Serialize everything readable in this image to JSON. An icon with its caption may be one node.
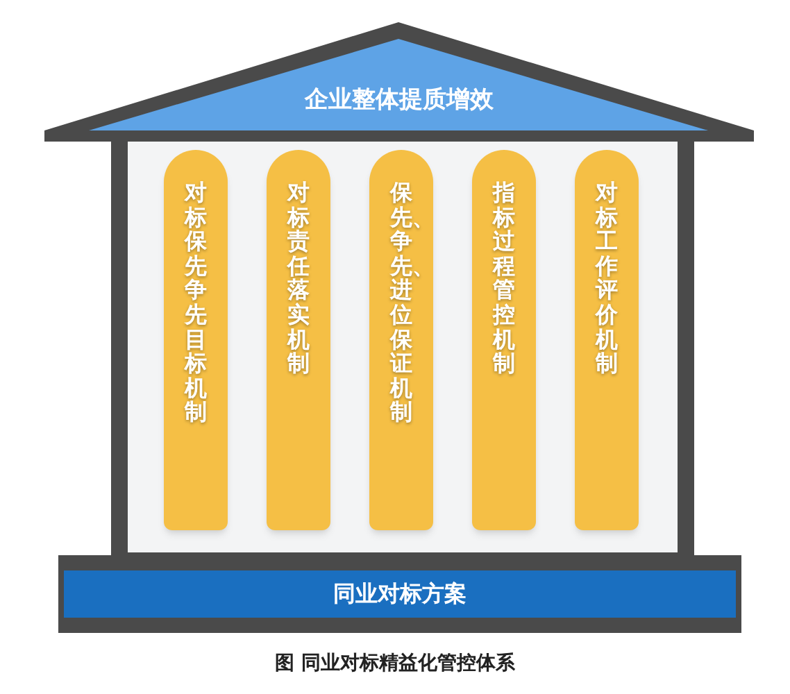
{
  "diagram": {
    "caption": "图 同业对标精益化管控体系",
    "nodes": [
      {
        "text": [
          "企业整体提质增效"
        ]
      },
      {
        "text": [
          "对标保先争先目标机制"
        ]
      },
      {
        "text": [
          "对标责任落实机制"
        ]
      },
      {
        "text": [
          "保先、争先、进位保证机制"
        ]
      },
      {
        "text": [
          "指标过程管控机制"
        ]
      },
      {
        "text": [
          "对标工作评价机制"
        ]
      },
      {
        "text": [
          "同业对标方案"
        ]
      }
    ]
  }
}
